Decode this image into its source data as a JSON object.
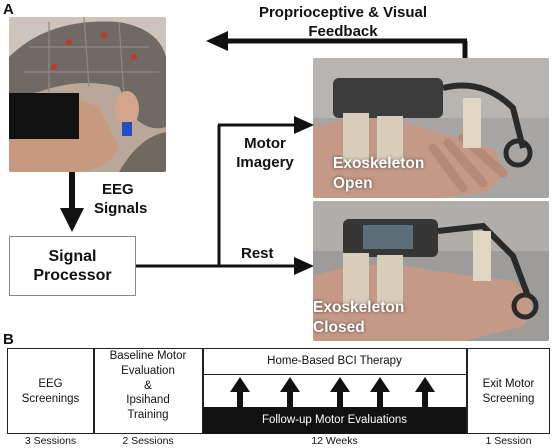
{
  "panel_a": {
    "letter": "A",
    "feedback_label_line1": "Proprioceptive & Visual",
    "feedback_label_line2": "Feedback",
    "eeg_label_line1": "EEG",
    "eeg_label_line2": "Signals",
    "processor_line1": "Signal",
    "processor_line2": "Processor",
    "motor_label_line1": "Motor",
    "motor_label_line2": "Imagery",
    "rest_label": "Rest",
    "open_line1": "Exoskeleton",
    "open_line2": "Open",
    "closed_line1": "Exoskeleton",
    "closed_line2": "Closed"
  },
  "panel_b": {
    "letter": "B",
    "col1_text": "EEG\nScreenings",
    "col2_text": "Baseline Motor\nEvaluation\n&\nIpsihand\nTraining",
    "col3_title": "Home-Based BCI Therapy",
    "col3_bottom": "Follow-up Motor Evaluations",
    "col4_text": "Exit Motor\nScreening",
    "foot1": "3 Sessions",
    "foot2": "2 Sessions",
    "foot3": "12 Weeks",
    "foot4": "1 Session"
  }
}
